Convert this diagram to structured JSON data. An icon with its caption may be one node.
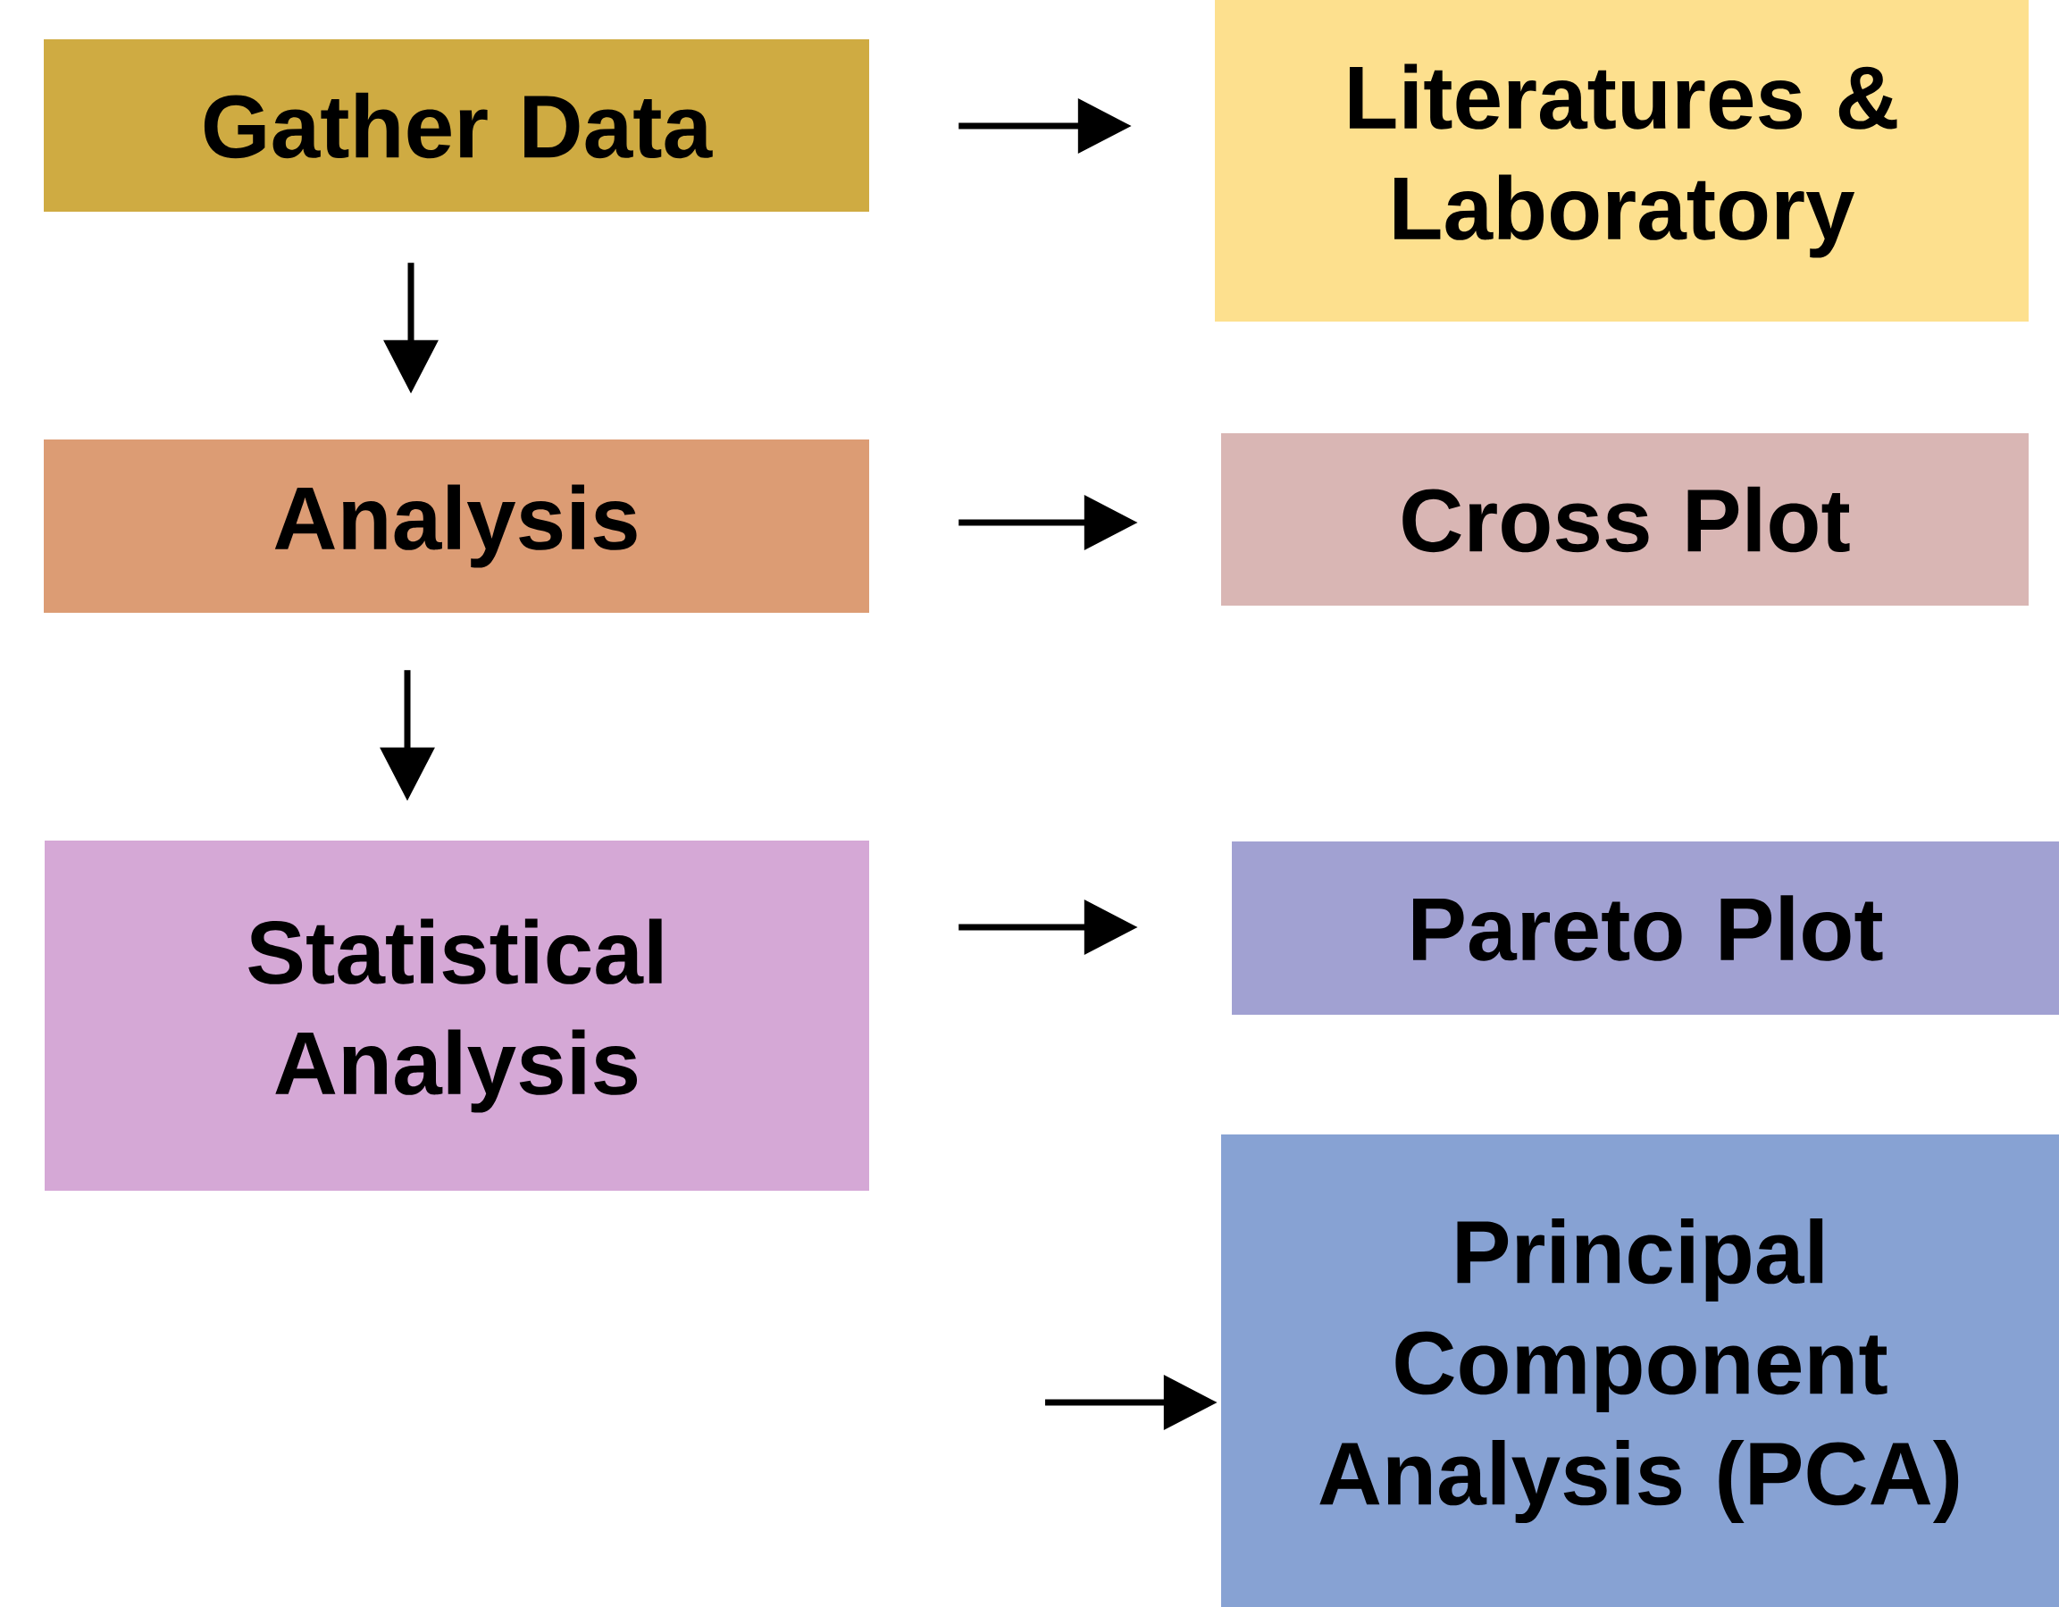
{
  "diagram": {
    "nodes": [
      {
        "text": [
          "Gather Data"
        ]
      },
      {
        "text": [
          "Literatures & Laboratory"
        ]
      },
      {
        "text": [
          "Analysis"
        ]
      },
      {
        "text": [
          "Cross Plot"
        ]
      },
      {
        "text": [
          "Statistical Analysis"
        ]
      },
      {
        "text": [
          "Pareto Plot"
        ]
      },
      {
        "text": [
          "Principal Component Analysis (PCA)"
        ]
      }
    ],
    "edges": [
      {
        "from": 0,
        "to": 1,
        "arrow": "to"
      },
      {
        "from": 0,
        "to": 2,
        "arrow": "to"
      },
      {
        "from": 2,
        "to": 3,
        "arrow": "to"
      },
      {
        "from": 2,
        "to": 4,
        "arrow": "to"
      },
      {
        "from": 4,
        "to": 5,
        "arrow": "to"
      },
      {
        "from": null,
        "to": 6,
        "arrow": "to"
      }
    ]
  }
}
